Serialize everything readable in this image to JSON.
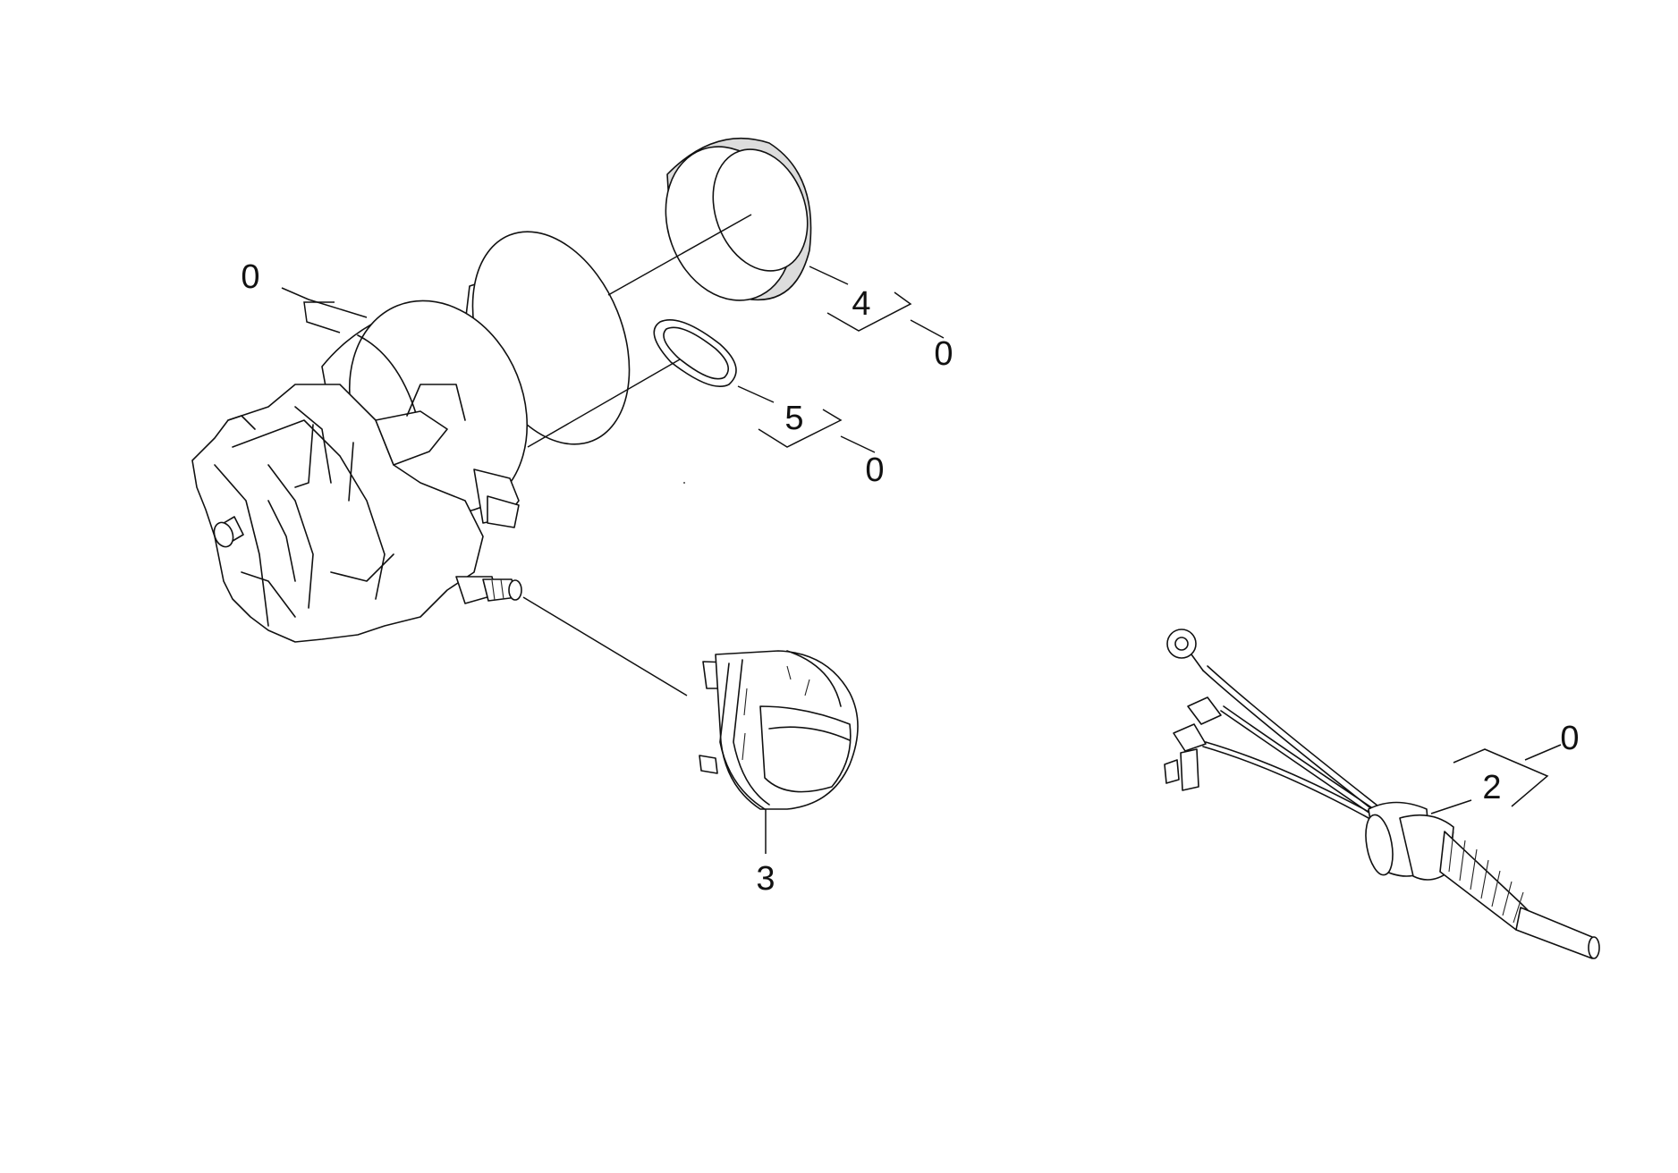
{
  "callouts": {
    "pump_assembly": "0",
    "sleeve_part": "4",
    "sleeve_group": "0",
    "seal_part": "5",
    "seal_group": "0",
    "pressure_switch_part": "3",
    "cable_part": "2",
    "cable_group": "0"
  },
  "colors": {
    "line": "#111111",
    "shade": "#dcdcdc",
    "background": "#ffffff"
  }
}
